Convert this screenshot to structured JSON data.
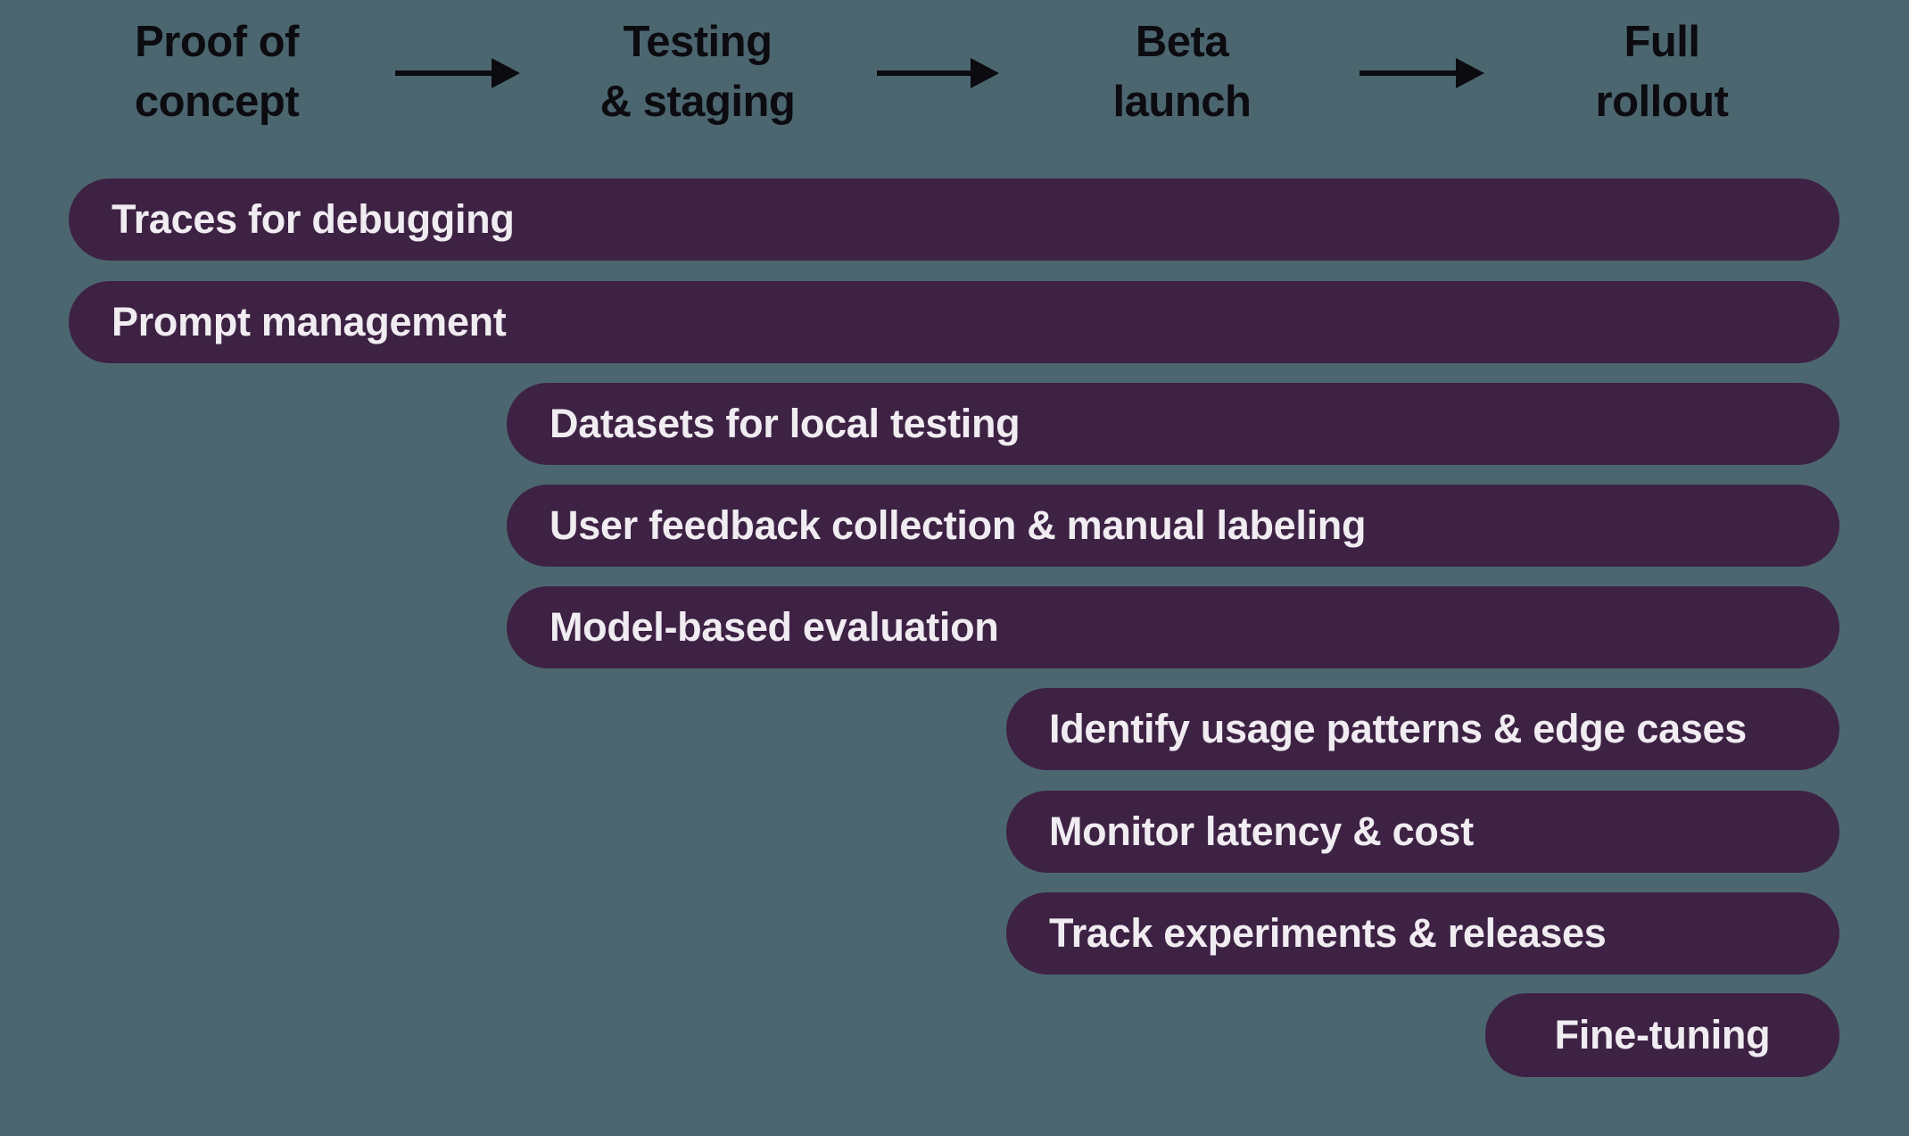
{
  "colors": {
    "background": "#4C6670",
    "bar": "#3D2244",
    "bar_text": "#F0ECF1",
    "header_text": "#0C0B10"
  },
  "stages": [
    {
      "line1": "Proof of",
      "line2": "concept"
    },
    {
      "line1": "Testing",
      "line2": "& staging"
    },
    {
      "line1": "Beta",
      "line2": "launch"
    },
    {
      "line1": "Full",
      "line2": "rollout"
    }
  ],
  "bars": [
    {
      "label": "Traces for debugging",
      "start_stage": "Proof of concept",
      "end_stage": "Full rollout"
    },
    {
      "label": "Prompt management",
      "start_stage": "Proof of concept",
      "end_stage": "Full rollout"
    },
    {
      "label": "Datasets for local testing",
      "start_stage": "Testing & staging",
      "end_stage": "Full rollout"
    },
    {
      "label": "User feedback collection & manual labeling",
      "start_stage": "Testing & staging",
      "end_stage": "Full rollout"
    },
    {
      "label": "Model-based evaluation",
      "start_stage": "Testing & staging",
      "end_stage": "Full rollout"
    },
    {
      "label": "Identify usage patterns & edge cases",
      "start_stage": "Beta launch",
      "end_stage": "Full rollout"
    },
    {
      "label": "Monitor latency & cost",
      "start_stage": "Beta launch",
      "end_stage": "Full rollout"
    },
    {
      "label": "Track experiments & releases",
      "start_stage": "Beta launch",
      "end_stage": "Full rollout"
    },
    {
      "label": "Fine-tuning",
      "start_stage": "Full rollout",
      "end_stage": "Full rollout"
    }
  ]
}
